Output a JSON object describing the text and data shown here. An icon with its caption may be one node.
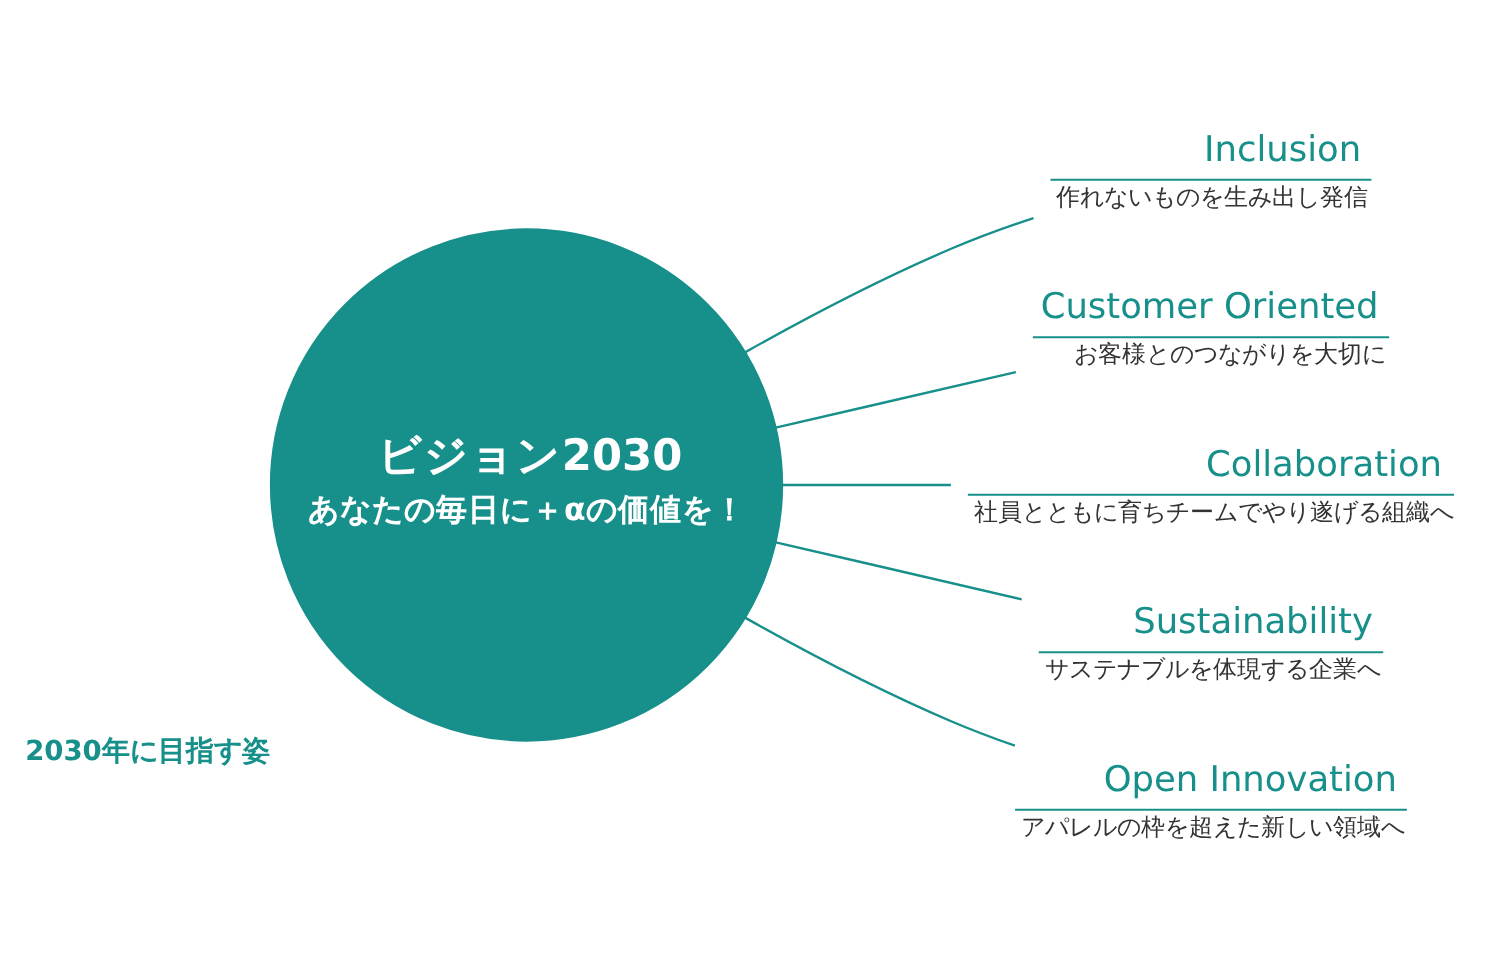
{
  "diagram": {
    "nodes": [
      {
        "text": [
          "ビジョン2030",
          "あなたの毎日に＋αの価値を！"
        ],
        "beside": [
          "2030年に目指す姿"
        ]
      },
      {
        "text": [
          "Inclusion",
          "作れないものを生み出し発信"
        ]
      },
      {
        "text": [
          "Customer Oriented",
          "お客様とのつながりを大切に"
        ]
      },
      {
        "text": [
          "Collaboration",
          "社員とともに育ちチームでやり遂げる組織へ"
        ]
      },
      {
        "text": [
          "Sustainability",
          "サステナブルを体現する企業へ"
        ]
      },
      {
        "text": [
          "Open Innovation",
          "アパレルの枠を超えた新しい領域へ"
        ]
      }
    ],
    "edges": [
      {
        "from": 0,
        "to": 1,
        "arrow": "none"
      },
      {
        "from": 0,
        "to": 2,
        "arrow": "none"
      },
      {
        "from": 0,
        "to": 3,
        "arrow": "none"
      },
      {
        "from": 0,
        "to": 4,
        "arrow": "none"
      },
      {
        "from": 0,
        "to": 5,
        "arrow": "none"
      }
    ]
  }
}
